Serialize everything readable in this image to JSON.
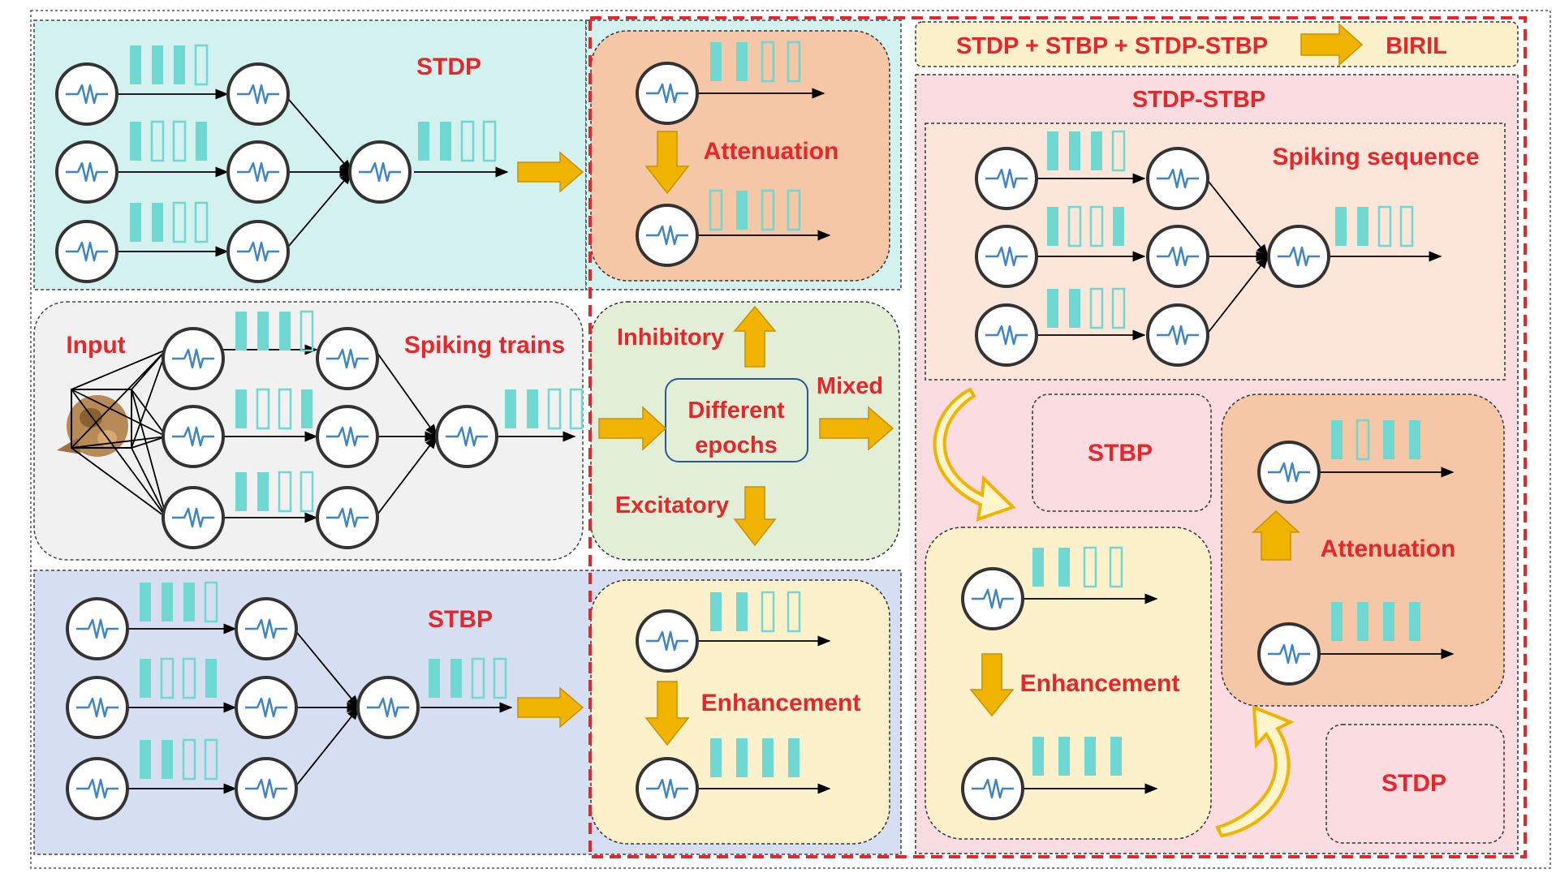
{
  "colors": {
    "label_red": "#e8262a",
    "spike_teal": "#6fd8d0",
    "arrow_gold": "#f0b400",
    "neuron_stroke": "#333333",
    "neuron_wave": "#3d85c6",
    "stdp_bg": "#d3f1ef",
    "input_bg": "#f1f1f1",
    "stbp_bg": "#d6dff2",
    "attenuation_bg": "#f5c7a6",
    "enhancement_bg": "#fdf1cc",
    "epochs_bg": "#e2efd6",
    "birl_bg": "#fdf1cc",
    "stdp_stbp_bg": "#fadce1",
    "spiking_seq_bg": "#fbe6d9",
    "red_dash": "#e8262a"
  },
  "labels": {
    "stdp_top": "STDP",
    "stbp_bottom": "STBP",
    "input": "Input",
    "spiking_trains": "Spiking trains",
    "attenuation": "Attenuation",
    "enhancement": "Enhancement",
    "inhibitory": "Inhibitory",
    "mixed": "Mixed",
    "excitatory": "Excitatory",
    "epochs_line1": "Different",
    "epochs_line2": "epochs",
    "birl_formula": "STDP + STBP + STDP-STBP",
    "birl": "BIRIL",
    "stdp_stbp": "STDP-STBP",
    "spiking_sequence": "Spiking sequence",
    "stbp_right": "STBP",
    "stdp_right": "STDP",
    "enhancement_right": "Enhancement",
    "attenuation_right": "Attenuation"
  },
  "icons": [
    "neuron-icon",
    "spike-bar-icon",
    "gold-arrow-icon",
    "curved-arrow-icon",
    "cat-image-icon"
  ]
}
